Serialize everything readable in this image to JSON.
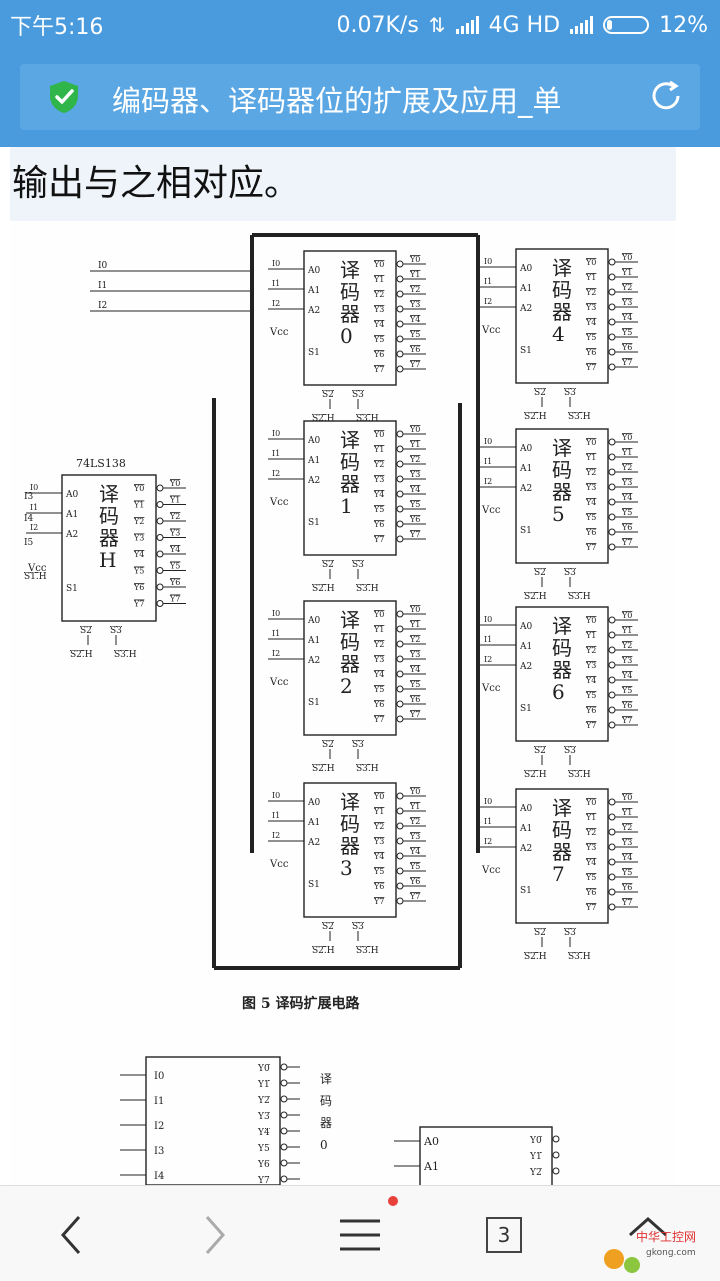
{
  "status": {
    "time": "下午5:16",
    "speed": "0.07K/s",
    "network": "4G HD",
    "battery": "12%"
  },
  "browser": {
    "title": "编码器、译码器位的扩展及应用_单"
  },
  "article": {
    "lead_text": "输出与之相对应。"
  },
  "figure": {
    "caption": "图 5    译码扩展电路",
    "chip_label": "74LS138",
    "main_decoder": "译码器H",
    "sub_decoders": [
      "译码器0",
      "译码器1",
      "译码器2",
      "译码器3",
      "译码器4",
      "译码器5",
      "译码器6",
      "译码器7"
    ],
    "input_pins": [
      "A0",
      "A1",
      "A2",
      "S1"
    ],
    "select_lines": [
      "Y0",
      "Y1",
      "Y2",
      "Y3",
      "Y4",
      "Y5",
      "Y6",
      "Y7"
    ],
    "addr_inputs": [
      "I0",
      "I1",
      "I2"
    ],
    "main_inputs": [
      "I3",
      "I4",
      "I5",
      "S1.H"
    ],
    "enable_labels": [
      "S2.H",
      "S3.H"
    ],
    "vcc": "Vcc",
    "bottom_pins": [
      "I0",
      "I1",
      "I2",
      "I3",
      "I4"
    ],
    "bottom_decoder_text": "译码器0",
    "bottom_right_pins": [
      "A0",
      "A1"
    ]
  },
  "navbar": {
    "tabs_count": "3"
  },
  "watermark": {
    "text": "中华工控网",
    "url": "gkong.com"
  }
}
